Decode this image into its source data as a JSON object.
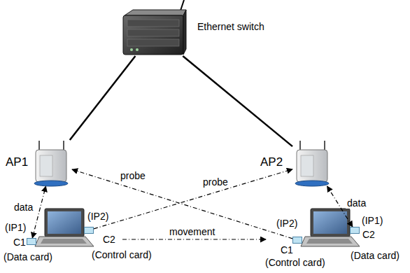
{
  "diagram": {
    "nodes": [
      {
        "text": [
          "Ethernet switch"
        ]
      },
      {
        "text": [
          "AP1"
        ]
      },
      {
        "text": [
          "AP2"
        ]
      },
      {
        "text": [
          "(IP1)",
          "C1",
          "(Data card)"
        ]
      },
      {
        "text": [
          "(IP2)",
          "C2",
          "(Control card)"
        ]
      },
      {
        "text": [
          "(IP2)",
          "C1",
          "(Control card)"
        ]
      },
      {
        "text": [
          "(IP1)",
          "C2",
          "(Data card)"
        ]
      }
    ],
    "edges": [
      {
        "from": 0,
        "to": 1,
        "arrow": "none"
      },
      {
        "from": 0,
        "to": 2,
        "arrow": "none"
      },
      {
        "from": 3,
        "to": 1,
        "arrow": "both",
        "label": "data"
      },
      {
        "from": 4,
        "to": 2,
        "arrow": "to",
        "label": "probe"
      },
      {
        "from": 5,
        "to": 1,
        "arrow": "to",
        "label": "probe"
      },
      {
        "from": 6,
        "to": 2,
        "arrow": "both",
        "label": "data"
      }
    ],
    "labels": [
      "movement"
    ]
  }
}
